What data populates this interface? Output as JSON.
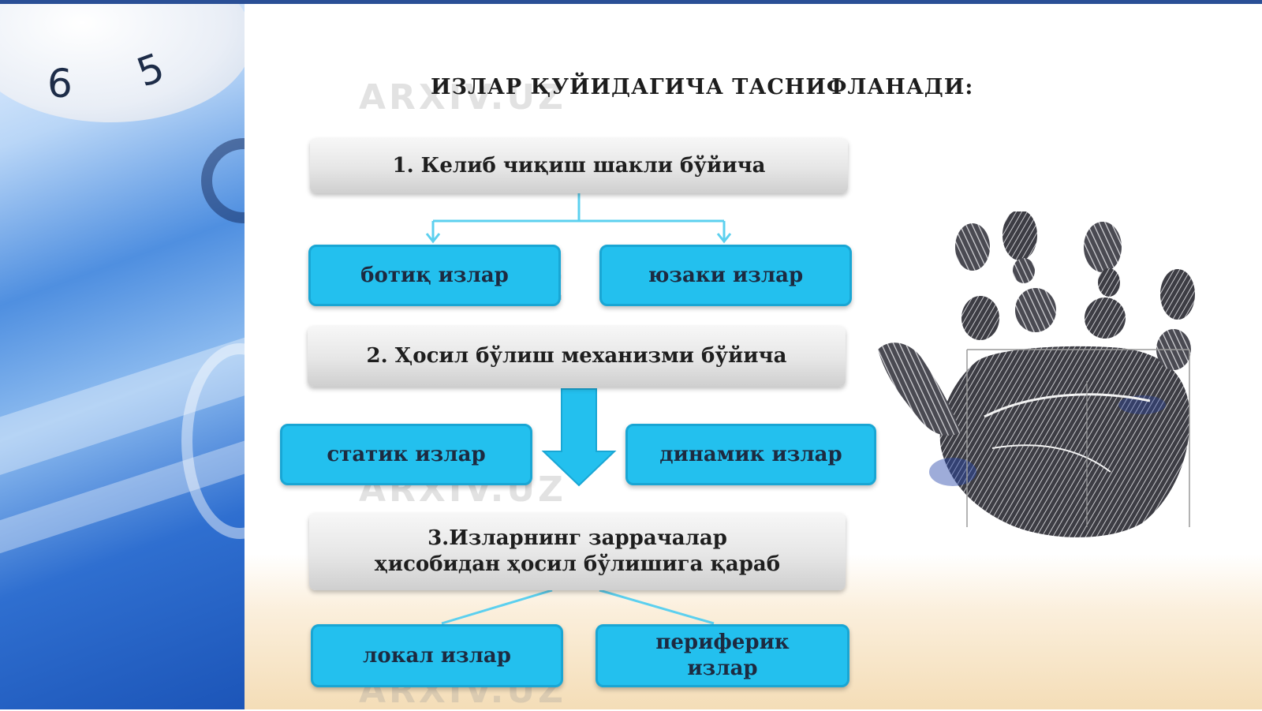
{
  "slide": {
    "title": "ИЗЛАР ҚУЙИДАГИЧА ТАСНИФЛАНАДИ:",
    "categories": [
      {
        "heading": "1. Келиб чиқиш шакли бўйича",
        "items": [
          "ботиқ излар",
          "юзаки излар"
        ]
      },
      {
        "heading": "2. Ҳосил бўлиш механизми бўйича",
        "items": [
          "статик излар",
          "динамик излар"
        ]
      },
      {
        "heading_line1": "3.Изларнинг заррачалар",
        "heading_line2": "ҳисобидан ҳосил бўлишига қараб",
        "items_single": "локал излар",
        "item_line1": "периферик",
        "item_line2": "излар"
      }
    ],
    "dial_numbers": [
      "6",
      "5"
    ],
    "watermark": "ARXIV.UZ"
  },
  "colors": {
    "box_blue": "#23c0ee",
    "connector": "#5cd0ef",
    "topbar": "#2a4f96"
  },
  "icons": {
    "hand": "handprint-illustration",
    "arrow": "down-arrow"
  }
}
